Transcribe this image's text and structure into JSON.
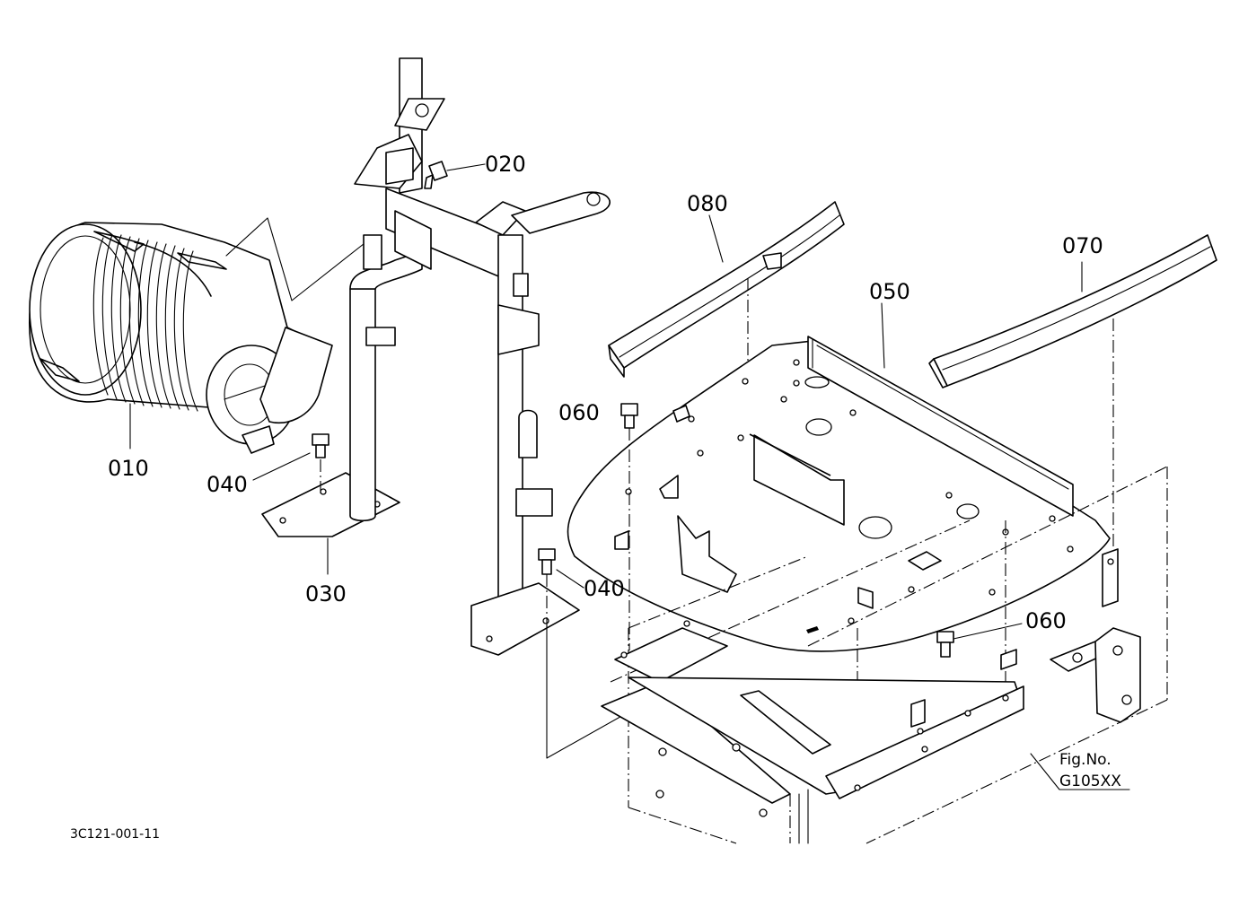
{
  "callouts": [
    {
      "id": "010",
      "text": "010"
    },
    {
      "id": "020",
      "text": "020"
    },
    {
      "id": "030",
      "text": "030"
    },
    {
      "id": "040a",
      "text": "040"
    },
    {
      "id": "040b",
      "text": "040"
    },
    {
      "id": "050",
      "text": "050"
    },
    {
      "id": "060a",
      "text": "060"
    },
    {
      "id": "060b",
      "text": "060"
    },
    {
      "id": "070",
      "text": "070"
    },
    {
      "id": "080",
      "text": "080"
    }
  ],
  "figure_ref": {
    "line1": "Fig.No.",
    "line2": "G105XX"
  },
  "drawing_code": "3C121-001-11"
}
